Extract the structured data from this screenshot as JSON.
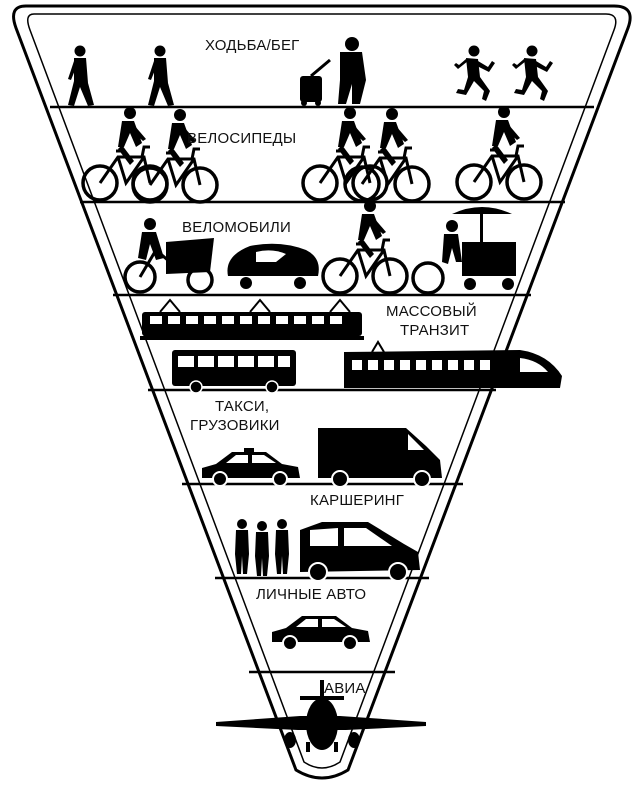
{
  "pyramid": {
    "tiers": [
      {
        "id": "walking",
        "label": "ХОДЬБА/БЕГ"
      },
      {
        "id": "bicycles",
        "label": "ВЕЛОСИПЕДЫ"
      },
      {
        "id": "velomobiles",
        "label": "ВЕЛОМОБИЛИ"
      },
      {
        "id": "transit",
        "label_line1": "МАССОВЫЙ",
        "label_line2": "ТРАНЗИТ"
      },
      {
        "id": "taxi",
        "label_line1": "ТАКСИ,",
        "label_line2": "ГРУЗОВИКИ"
      },
      {
        "id": "carsharing",
        "label": "КАРШЕРИНГ"
      },
      {
        "id": "private-car",
        "label": "ЛИЧНЫЕ АВТО"
      },
      {
        "id": "aviation",
        "label": "АВИА"
      }
    ]
  },
  "colors": {
    "outline": "#000000",
    "divider": "#000000",
    "silhouette": "#000000",
    "background": "#ffffff"
  },
  "icons": [
    "walker-icon",
    "runner-icon",
    "suitcase-icon",
    "bicycle-icon",
    "cargo-bike-icon",
    "velomobile-icon",
    "food-cart-icon",
    "tram-icon",
    "bus-icon",
    "train-icon",
    "taxi-icon",
    "van-icon",
    "people-icon",
    "hatchback-icon",
    "sedan-icon",
    "airplane-icon"
  ]
}
